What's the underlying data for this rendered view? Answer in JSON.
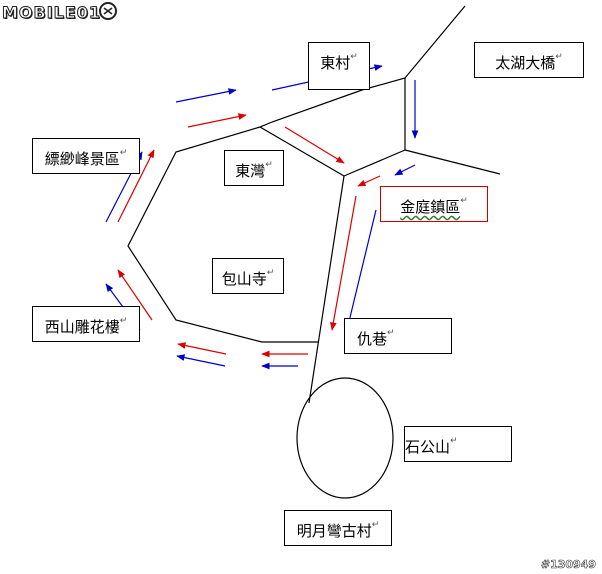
{
  "watermark_logo": "MOBILE01",
  "image_id_label": "#130949",
  "paragraph_mark": "↵",
  "colors": {
    "road": "#000000",
    "arrow_red": "#dd0000",
    "arrow_blue": "#0000cc",
    "highlight_box": "#cc0000",
    "underline": "#2e7d32"
  },
  "places": {
    "dongcun": "東村",
    "taihu_bridge": "太湖大橋",
    "piaomiao": "縹緲峰景區",
    "dongwan": "東灣",
    "jinting": "金庭鎮區",
    "baoshan": "包山寺",
    "xishan_diaohua": "西山雕花樓",
    "qiuxiang": "仇巷",
    "shigongshan": "石公山",
    "mingyue_wan": "明月彎古村"
  }
}
